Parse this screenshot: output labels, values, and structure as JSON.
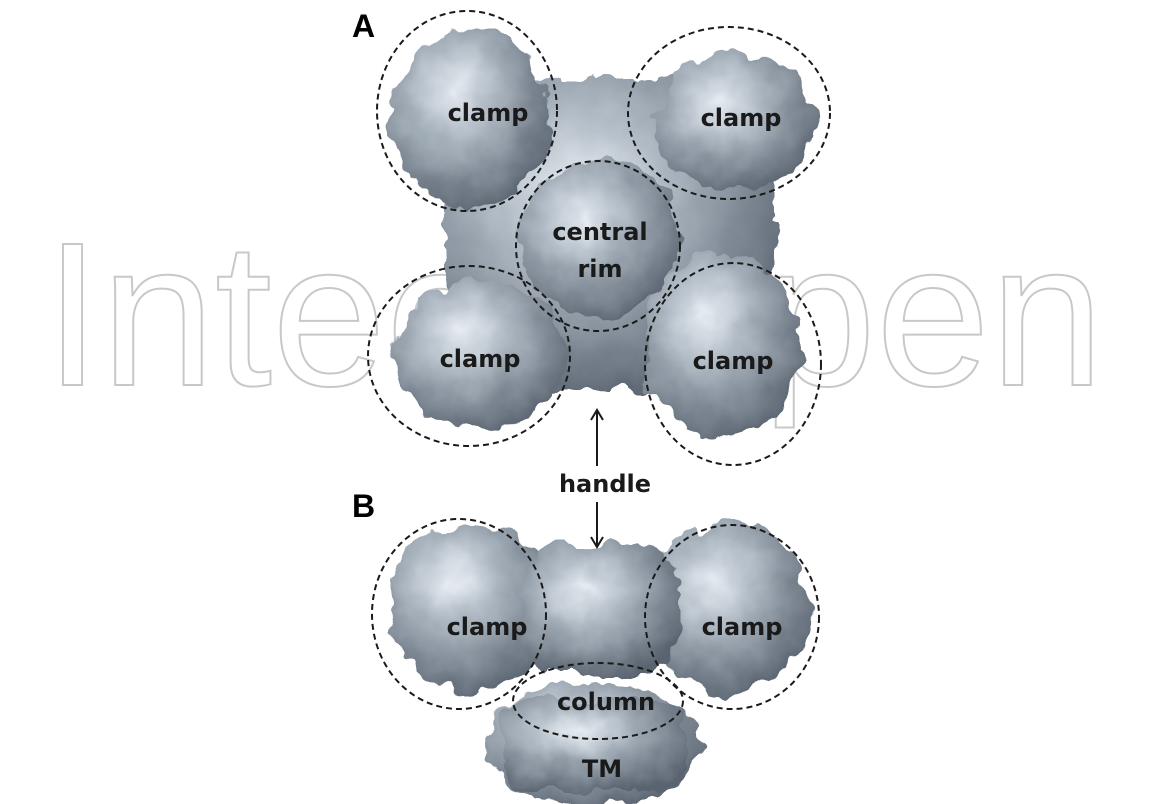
{
  "watermark": "IntechOpen",
  "panels": {
    "a": "A",
    "b": "B"
  },
  "labels": {
    "clamp": "clamp",
    "central_line1": "central",
    "central_line2": "rim",
    "handle": "handle",
    "column": "column",
    "tm": "TM"
  },
  "colors": {
    "protein_surface": "#8f9aa5",
    "protein_highlight": "#dfe6ee",
    "protein_shadow": "#4e5965",
    "outline": "#1a1a1a"
  }
}
